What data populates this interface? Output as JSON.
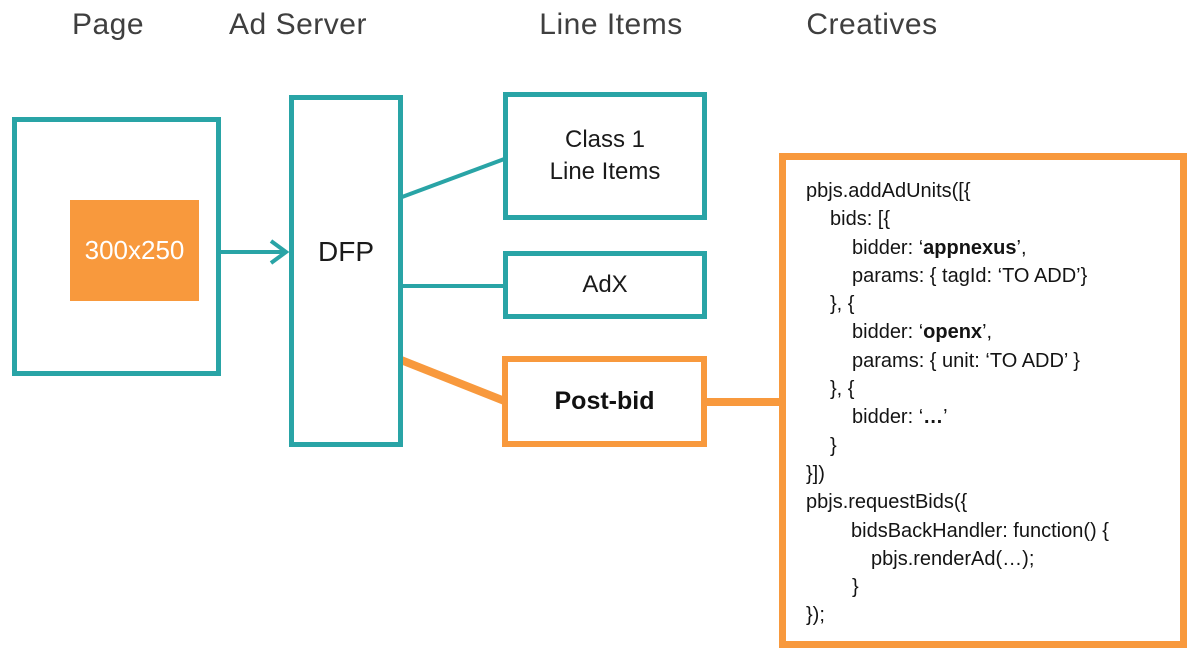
{
  "headers": {
    "page": "Page",
    "ad_server": "Ad Server",
    "line_items": "Line Items",
    "creatives": "Creatives"
  },
  "page_panel": {
    "ad_slot_label": "300x250"
  },
  "ad_server_panel": {
    "dfp_label": "DFP"
  },
  "line_items_panel": {
    "class1_line1": "Class 1",
    "class1_line2": "Line Items",
    "adx_label": "AdX",
    "postbid_label": "Post-bid"
  },
  "colors": {
    "teal": "#29a4a6",
    "orange": "#f8993d",
    "header_text": "#3f3f3f",
    "code_text": "#141414"
  },
  "code_box": {
    "lines": [
      {
        "ind": 0,
        "parts": [
          {
            "t": "pbjs.addAdUnits([{",
            "b": false
          }
        ]
      },
      {
        "ind": 24,
        "parts": [
          {
            "t": "bids: [{",
            "b": false
          }
        ]
      },
      {
        "ind": 46,
        "parts": [
          {
            "t": "bidder: ‘",
            "b": false
          },
          {
            "t": "appnexus",
            "b": true
          },
          {
            "t": "’,",
            "b": false
          }
        ]
      },
      {
        "ind": 46,
        "parts": [
          {
            "t": "params: { tagId: ‘TO ADD’}",
            "b": false
          }
        ]
      },
      {
        "ind": 24,
        "parts": [
          {
            "t": "}, {",
            "b": false
          }
        ]
      },
      {
        "ind": 46,
        "parts": [
          {
            "t": "bidder: ‘",
            "b": false
          },
          {
            "t": "openx",
            "b": true
          },
          {
            "t": "’,",
            "b": false
          }
        ]
      },
      {
        "ind": 46,
        "parts": [
          {
            "t": "params: { unit: ‘TO ADD’ }",
            "b": false
          }
        ]
      },
      {
        "ind": 24,
        "parts": [
          {
            "t": "}, {",
            "b": false
          }
        ]
      },
      {
        "ind": 46,
        "parts": [
          {
            "t": "bidder: ‘",
            "b": false
          },
          {
            "t": "…",
            "b": true
          },
          {
            "t": "’",
            "b": false
          }
        ]
      },
      {
        "ind": 24,
        "parts": [
          {
            "t": "}",
            "b": false
          }
        ]
      },
      {
        "ind": 0,
        "parts": [
          {
            "t": "}])",
            "b": false
          }
        ]
      },
      {
        "ind": 0,
        "parts": [
          {
            "t": "pbjs.requestBids({",
            "b": false
          }
        ]
      },
      {
        "ind": 45,
        "parts": [
          {
            "t": "bidsBackHandler: function() {",
            "b": false
          }
        ]
      },
      {
        "ind": 65,
        "parts": [
          {
            "t": "pbjs.renderAd(…);",
            "b": false
          }
        ]
      },
      {
        "ind": 46,
        "parts": [
          {
            "t": "}",
            "b": false
          }
        ]
      },
      {
        "ind": 0,
        "parts": [
          {
            "t": "});",
            "b": false
          }
        ]
      }
    ]
  }
}
